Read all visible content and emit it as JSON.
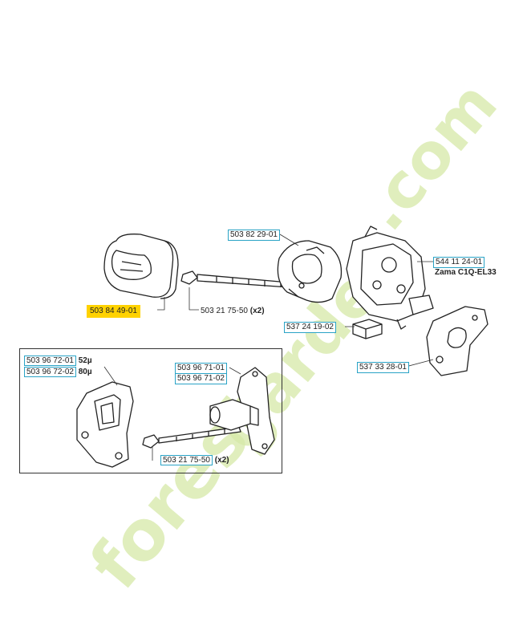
{
  "parts": {
    "air_filter_ref": "503 84 49-01",
    "screw_ref": "503 21 75-50",
    "screw_qty": "(x2)",
    "intake_adapter_ref": "503 82 29-01",
    "carburetor_ref": "544 11 24-01",
    "carburetor_model": "Zama C1Q-EL33",
    "block_ref": "537 24 19-02",
    "gasket_ref": "537 33 28-01"
  },
  "kit": {
    "plate_ref_a": "503 96 72-01",
    "plate_size_a": "52µ",
    "plate_ref_b": "503 96 72-02",
    "plate_size_b": "80µ",
    "holder_ref_a": "503 96 71-01",
    "holder_ref_b": "503 96 71-02",
    "screw_ref": "503 21 75-50",
    "screw_qty": "(x2)"
  },
  "watermark": {
    "top": ".com",
    "middle": "garden",
    "bottom": "forest"
  },
  "colors": {
    "label_border": "#2aa3c6",
    "highlight": "#ffd200",
    "watermark": "#d6e9a8",
    "watermark_accent": "#f5a623"
  }
}
